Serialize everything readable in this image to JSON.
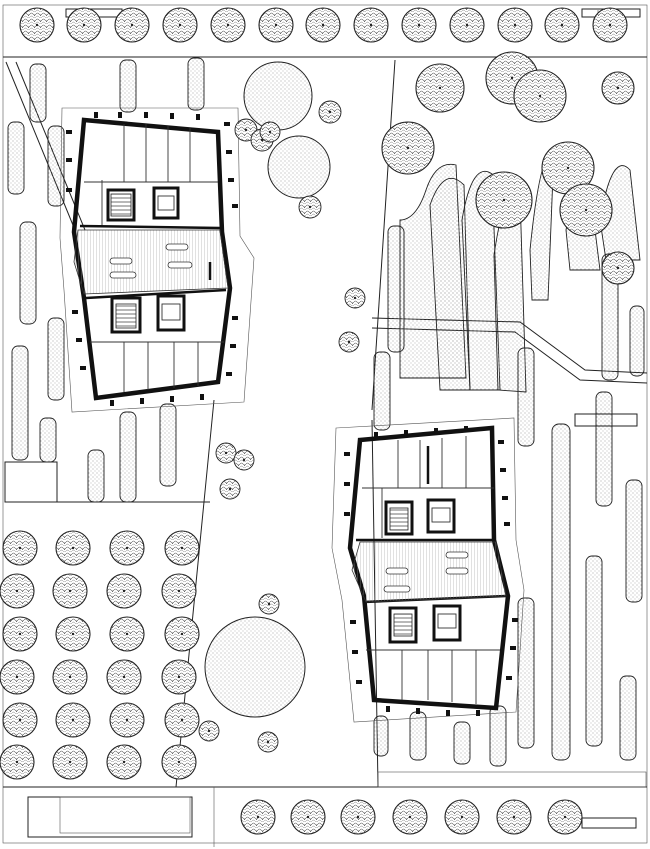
{
  "plan": {
    "kind": "site-plan-drawing",
    "buildings": [
      {
        "id": "building-west"
      },
      {
        "id": "building-east"
      }
    ]
  },
  "colors": {
    "line": "#222222",
    "wall": "#111111",
    "paper": "#ffffff",
    "texture": "#777777"
  }
}
